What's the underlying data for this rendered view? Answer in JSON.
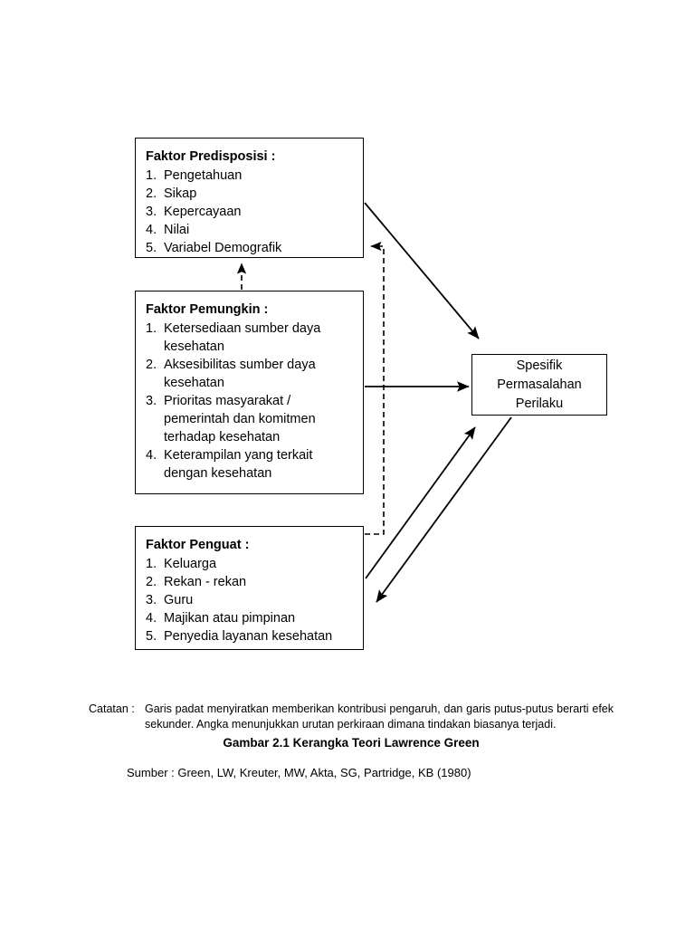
{
  "diagram": {
    "boxes": {
      "predisposisi": {
        "title": "Faktor Predisposisi :",
        "items": [
          {
            "num": "1.",
            "text": "Pengetahuan"
          },
          {
            "num": "2.",
            "text": "Sikap"
          },
          {
            "num": "3.",
            "text": "Kepercayaan"
          },
          {
            "num": "4.",
            "text": "Nilai"
          },
          {
            "num": "5.",
            "text": "Variabel Demografik"
          }
        ]
      },
      "pemungkin": {
        "title": "Faktor Pemungkin :",
        "items": [
          {
            "num": "1.",
            "text": "Ketersediaan sumber daya\nkesehatan"
          },
          {
            "num": "2.",
            "text": "Aksesibilitas sumber daya\nkesehatan"
          },
          {
            "num": "3.",
            "text": "Prioritas masyarakat /\npemerintah dan komitmen\nterhadap kesehatan"
          },
          {
            "num": "4.",
            "text": "Keterampilan yang terkait\ndengan kesehatan"
          }
        ]
      },
      "penguat": {
        "title": "Faktor Penguat :",
        "items": [
          {
            "num": "1.",
            "text": "Keluarga"
          },
          {
            "num": "2.",
            "text": "Rekan - rekan"
          },
          {
            "num": "3.",
            "text": "Guru"
          },
          {
            "num": "4.",
            "text": "Majikan atau pimpinan"
          },
          {
            "num": "5.",
            "text": "Penyedia layanan kesehatan"
          }
        ]
      },
      "spesifik": {
        "line1": "Spesifik",
        "line2": "Permasalahan",
        "line3": "Perilaku"
      }
    },
    "connectors": [
      {
        "name": "predisposisi-to-spesifik",
        "style": "solid",
        "kind": "diagonal-arrow"
      },
      {
        "name": "spesifik-feedback-to-predisposisi",
        "style": "dashed",
        "kind": "elbow-arrow"
      },
      {
        "name": "pemungkin-to-predisposisi",
        "style": "dashed",
        "kind": "vertical-arrow"
      },
      {
        "name": "pemungkin-to-spesifik",
        "style": "solid",
        "kind": "horizontal-arrow"
      },
      {
        "name": "penguat-to-spesifik",
        "style": "solid",
        "kind": "diagonal-arrow"
      },
      {
        "name": "spesifik-to-penguat",
        "style": "solid",
        "kind": "diagonal-arrow"
      }
    ]
  },
  "caption": {
    "note_label": "Catatan :",
    "note_body": "Garis padat menyiratkan memberikan kontribusi pengaruh, dan garis putus-putus berarti efek sekunder. Angka menunjukkan urutan perkiraan dimana tindakan biasanya terjadi.",
    "figure_title": "Gambar 2.1 Kerangka Teori Lawrence Green",
    "source": "Sumber : Green, LW, Kreuter, MW, Akta, SG, Partridge, KB (1980)"
  },
  "colors": {
    "line": "#000000",
    "background": "#ffffff",
    "text": "#000000"
  }
}
